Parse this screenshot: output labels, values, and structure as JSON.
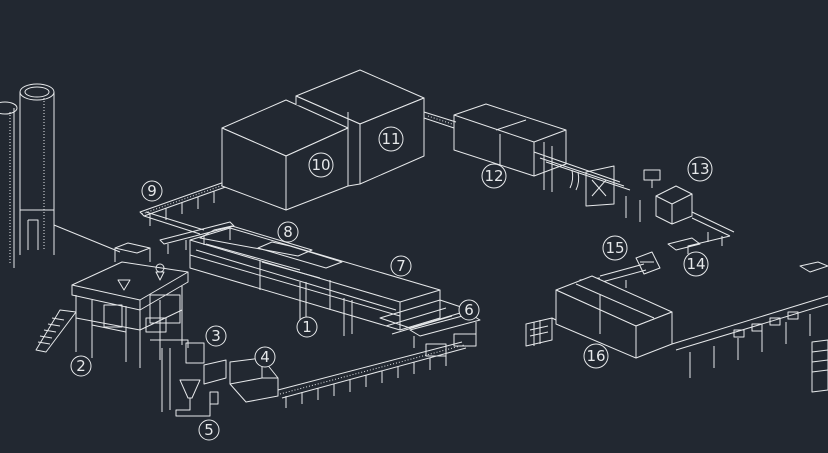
{
  "colors": {
    "background": "#222831",
    "line": "#e6e8ea"
  },
  "labels": [
    "1",
    "2",
    "3",
    "4",
    "5",
    "6",
    "7",
    "8",
    "9",
    "10",
    "11",
    "12",
    "13",
    "14",
    "15",
    "16"
  ]
}
